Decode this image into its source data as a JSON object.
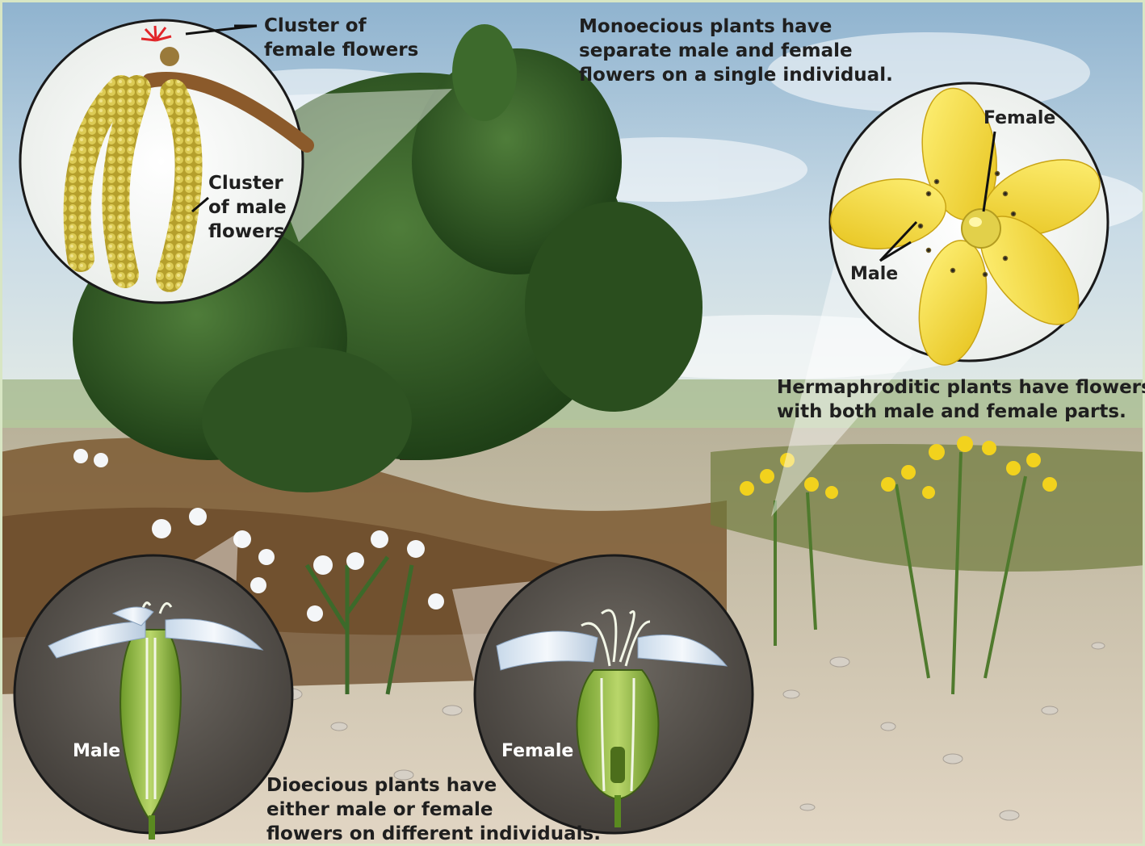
{
  "monoecious": {
    "lead": "Monoecious",
    "line1_rest": " plants have",
    "line2": "separate male and female",
    "line3": "flowers on a single individual."
  },
  "hermaphroditic": {
    "lead": "Hermaphroditic",
    "line1_rest": " plants have flowers",
    "line2": "with both male and female parts."
  },
  "dioecious": {
    "lead": "Dioecious",
    "line1_rest": " plants have",
    "line2": "either male or female",
    "line3": "flowers on different individuals."
  },
  "catkin_inset": {
    "female_line1": "Cluster of",
    "female_line2": "female flowers",
    "male_line1": "Cluster",
    "male_line2": "of male",
    "male_line3": "flowers"
  },
  "yellow_flower_inset": {
    "female": "Female",
    "male": "Male"
  },
  "dioecious_insets": {
    "male": "Male",
    "female": "Female"
  },
  "colors": {
    "sky": "#9fc0d8",
    "foliage": "#2f5a24",
    "ground": "#d9cbb6",
    "yellow_flower": "#f1d52c",
    "white_flower": "#dfe9f2",
    "catkin": "#c9b64a"
  }
}
